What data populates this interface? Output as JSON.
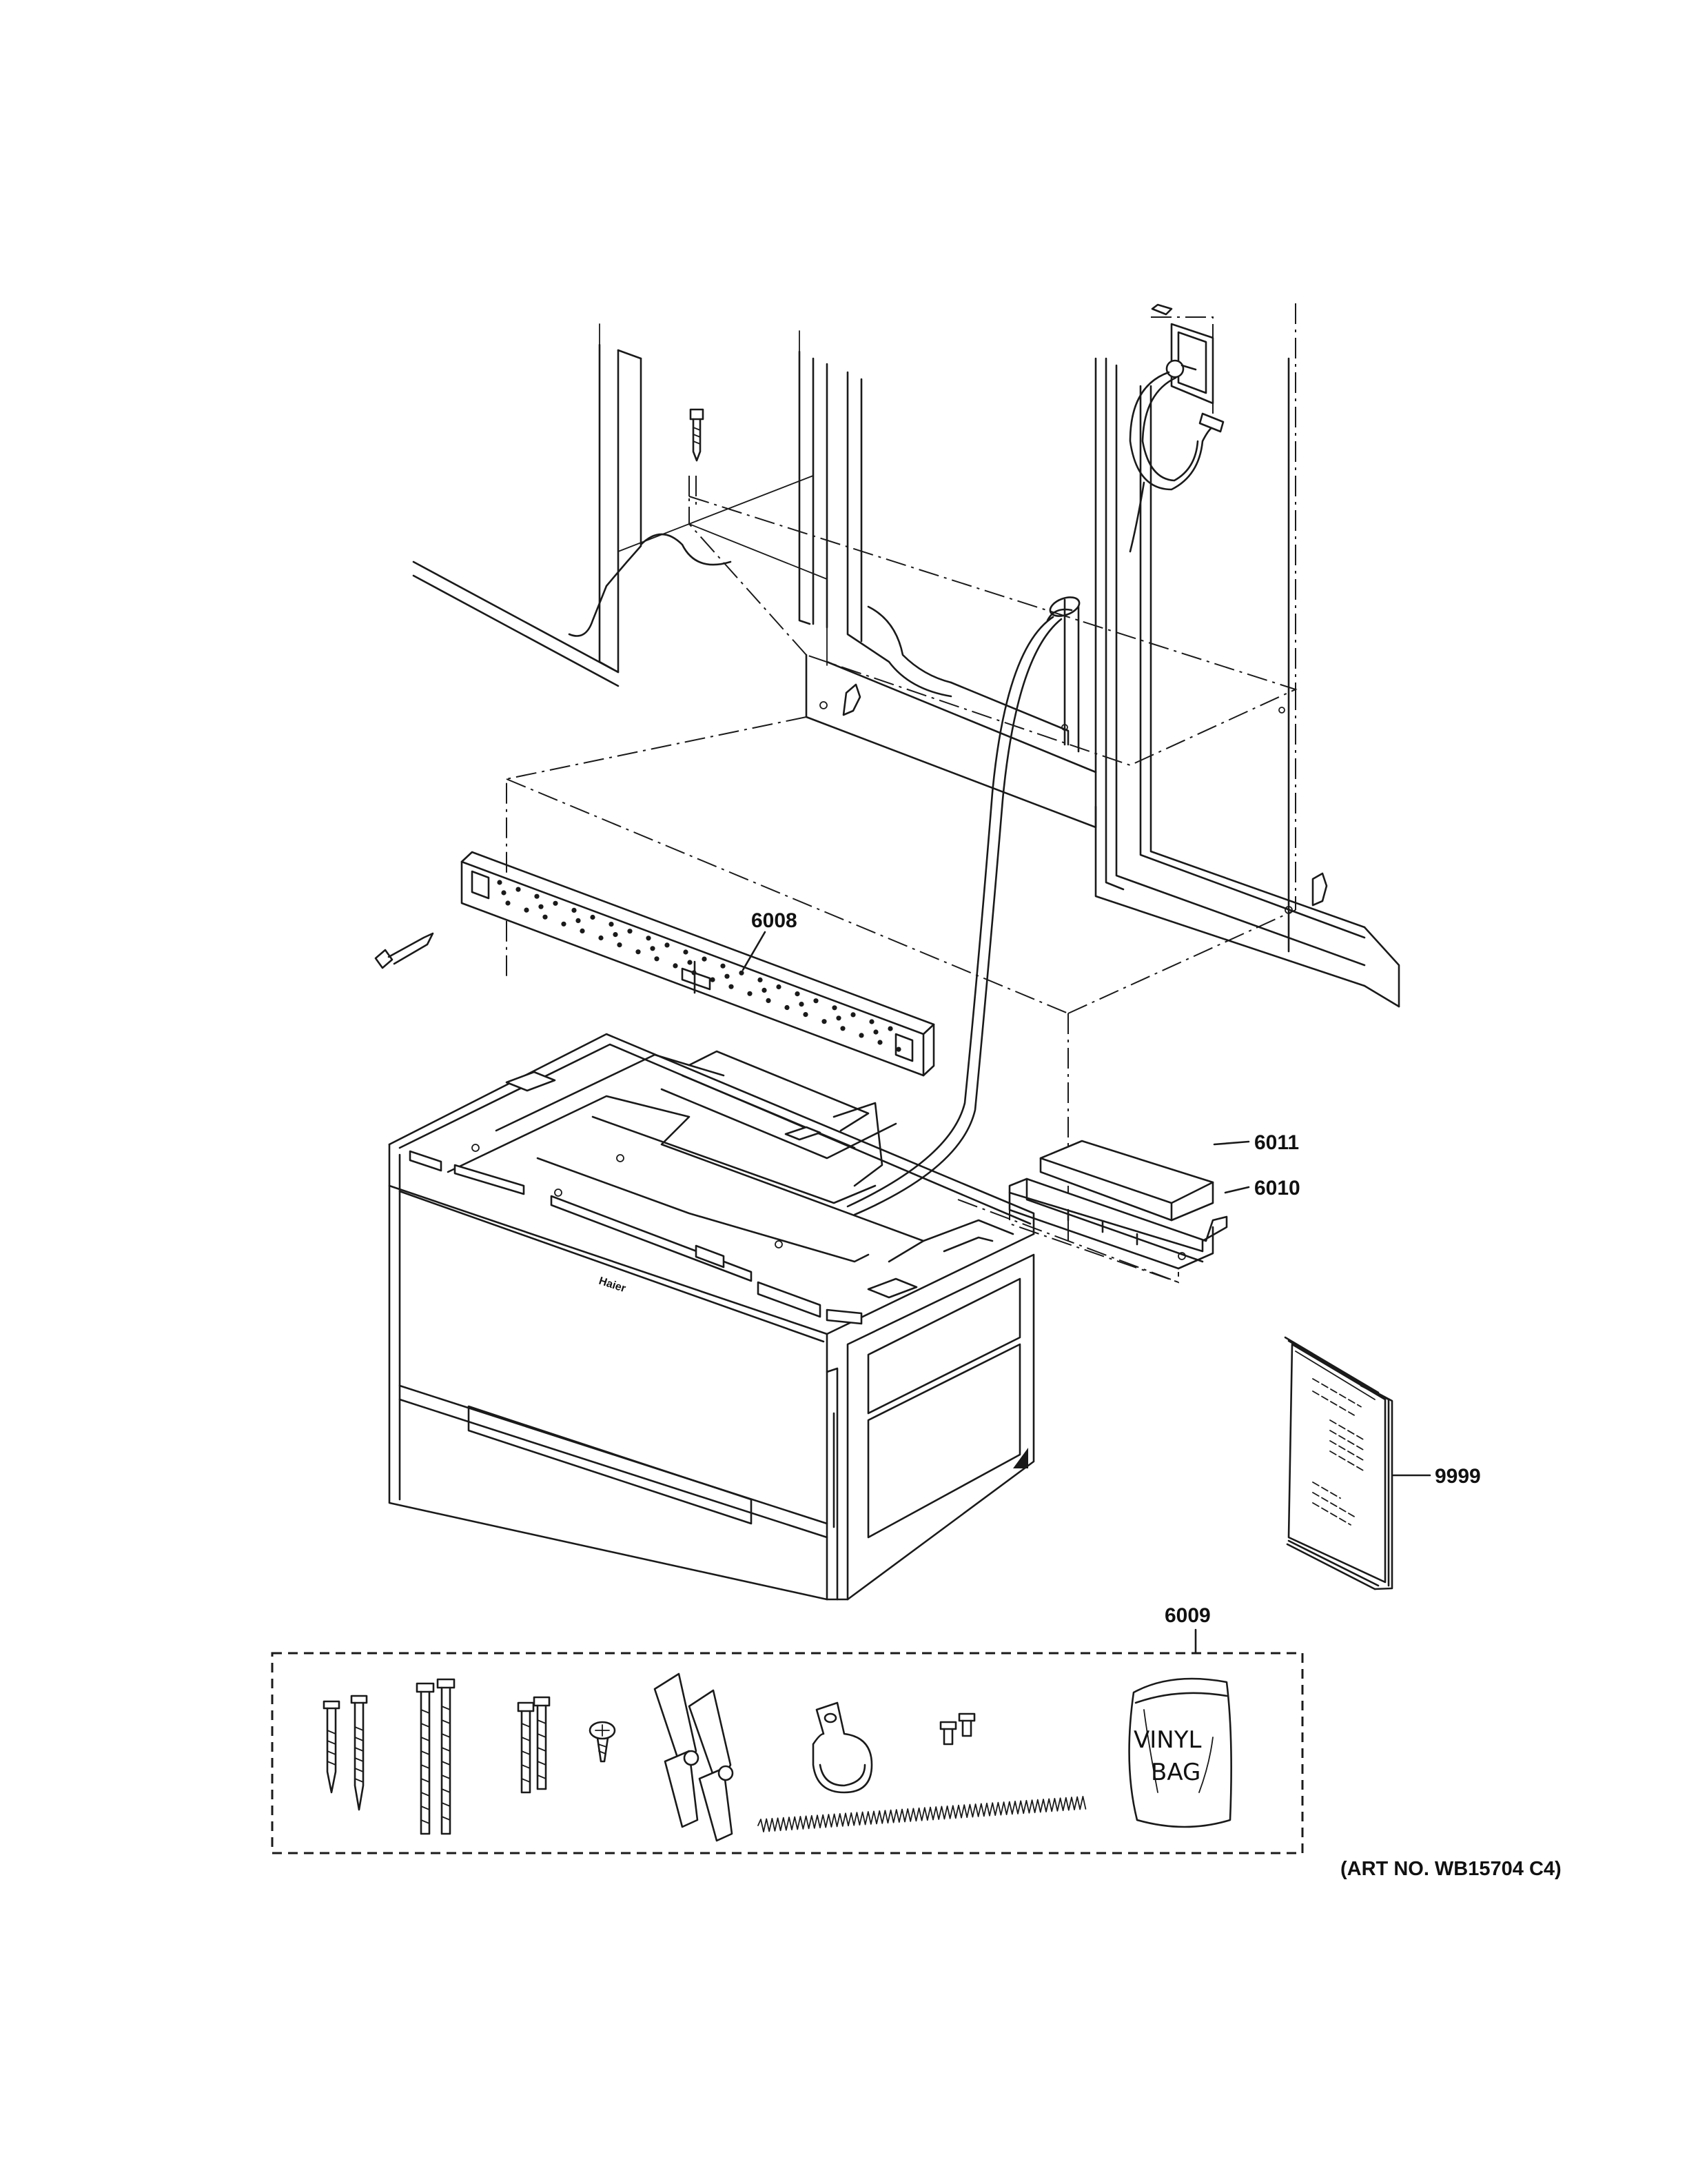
{
  "callouts": {
    "bracket": "6008",
    "hardware_kit": "6009",
    "filter_box": "6010",
    "filter_cover": "6011",
    "manual": "9999"
  },
  "bag_label": [
    "VINYL",
    "BAG"
  ],
  "art_number": "(ART NO. WB15704 C4)",
  "icons": [
    "cabinet",
    "wall-outlet-icon",
    "power-cord",
    "mounting-plate",
    "microwave-oven",
    "filter-box",
    "owners-manual-icon",
    "screw-icon",
    "toggle-bolt-icon",
    "cable-clamp-icon",
    "spring-icon",
    "vinyl-bag-icon"
  ]
}
